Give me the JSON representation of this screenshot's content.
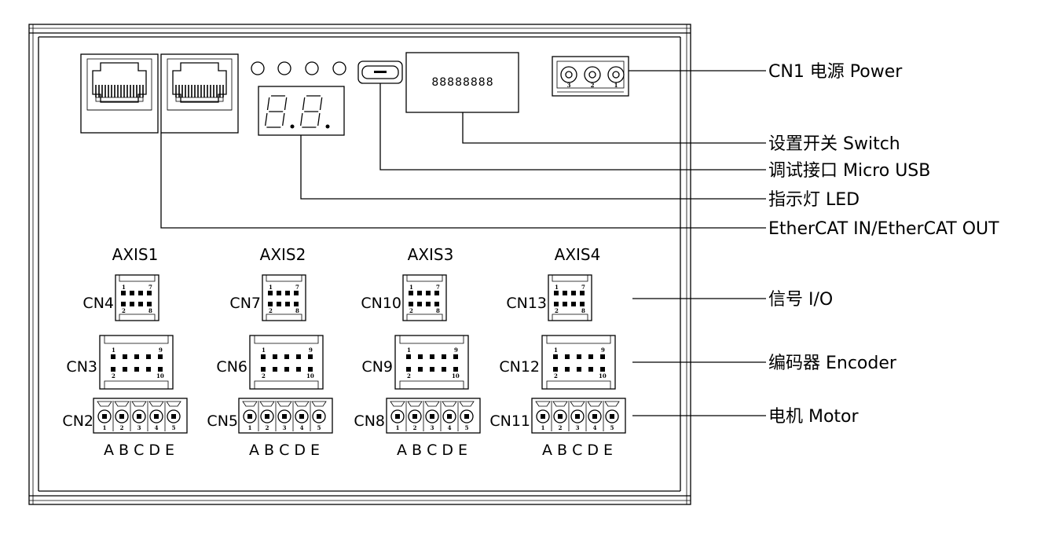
{
  "callouts": {
    "power": "CN1 电源 Power",
    "switch": "设置开关 Switch",
    "usb": "调试接口 Micro USB",
    "led": "指示灯 LED",
    "ethercat": "EtherCAT IN/EtherCAT OUT",
    "signal": "信号 I/O",
    "encoder": "编码器 Encoder",
    "motor": "电机 Motor"
  },
  "axes": [
    {
      "title": "AXIS1",
      "signal_cn": "CN4",
      "encoder_cn": "CN3",
      "motor_cn": "CN2"
    },
    {
      "title": "AXIS2",
      "signal_cn": "CN7",
      "encoder_cn": "CN6",
      "motor_cn": "CN5"
    },
    {
      "title": "AXIS3",
      "signal_cn": "CN10",
      "encoder_cn": "CN9",
      "motor_cn": "CN8"
    },
    {
      "title": "AXIS4",
      "signal_cn": "CN13",
      "encoder_cn": "CN12",
      "motor_cn": "CN11"
    }
  ],
  "motor_pin_letters": "A B C D E",
  "signal_pins": {
    "top_left": "1",
    "top_right": "7",
    "bottom_left": "2",
    "bottom_right": "8"
  },
  "encoder_pins": {
    "top_left": "1",
    "top_right": "9",
    "bottom_left": "2",
    "bottom_right": "10"
  },
  "motor_pin_numbers": [
    "1",
    "2",
    "3",
    "4",
    "5"
  ],
  "power_pin_numbers": [
    "3",
    "2",
    "1"
  ],
  "dip_switch_glyphs": "88888888",
  "led_digits": [
    "8",
    "8"
  ]
}
